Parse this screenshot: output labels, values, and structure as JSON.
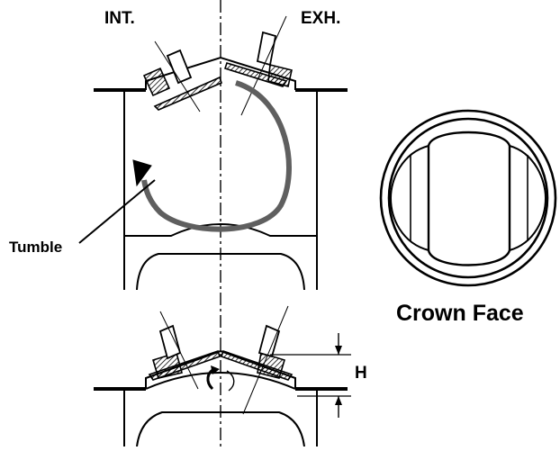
{
  "labels": {
    "intake": "INT.",
    "exhaust": "EXH.",
    "tumble": "Tumble",
    "crown_face": "Crown Face",
    "height": "H"
  },
  "colors": {
    "line": "#000000",
    "tumble_stroke": "#5f5f5f",
    "background": "#ffffff"
  }
}
